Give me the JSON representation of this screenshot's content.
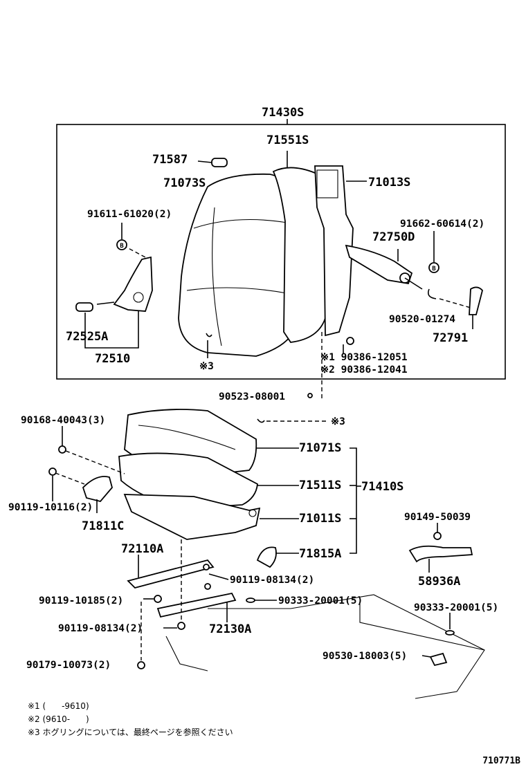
{
  "labels": {
    "p71430s": "71430S",
    "p71551s": "71551S",
    "p71587": "71587",
    "p71073s": "71073S",
    "p71013s": "71013S",
    "p91611": "91611-61020(2)",
    "p91662": "91662-60614(2)",
    "p72750d": "72750D",
    "p72525a": "72525A",
    "p72510": "72510",
    "p90520": "90520-01274",
    "p72791": "72791",
    "mark3_top": "※3",
    "p90386_1": "※1 90386-12051",
    "p90386_2": "※2 90386-12041",
    "p90523": "90523-08001",
    "p90168": "90168-40043(3)",
    "mark3_mid": "※3",
    "p71071s": "71071S",
    "p71511s": "71511S",
    "p71410s": "71410S",
    "p90119_10116": "90119-10116(2)",
    "p71011s": "71011S",
    "p71811c": "71811C",
    "p90149": "90149-50039",
    "p72110a": "72110A",
    "p71815a": "71815A",
    "p90119_08134_a": "90119-08134(2)",
    "p58936a": "58936A",
    "p90119_10185": "90119-10185(2)",
    "p90333_a": "90333-20001(5)",
    "p90333_b": "90333-20001(5)",
    "p90119_08134_b": "90119-08134(2)",
    "p72130a": "72130A",
    "p90530": "90530-18003(5)",
    "p90179": "90179-10073(2)"
  },
  "circle_marks": {
    "b1": "B",
    "b2": "B"
  },
  "footnotes": {
    "note1": "※1 (      -9610)",
    "note2": "※2 (9610-      )",
    "note3": "※3 ホグリングについては、最終ページを参照ください"
  },
  "figure_code": "710771B"
}
